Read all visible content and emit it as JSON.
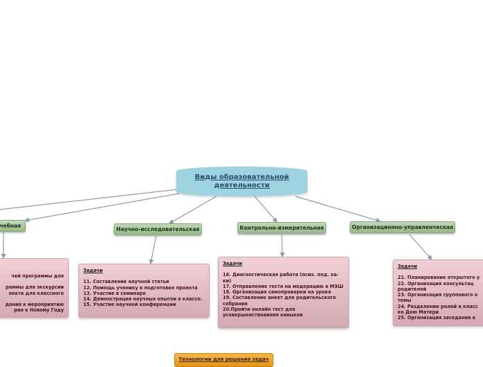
{
  "central": {
    "title": "Виды образовательной деятельности"
  },
  "branches": [
    {
      "label": "Учебная"
    },
    {
      "label": "Научно-исследовательская"
    },
    {
      "label": "Контрольно-измерительная"
    },
    {
      "label": "Организационно-управленческая"
    }
  ],
  "leaves": [
    {
      "lines": [
        "чей программы для",
        "",
        "раммы для экскурсии",
        "оекта для классного",
        "",
        "дения к мероприятию",
        "рия к Новому Году"
      ]
    },
    {
      "title": "Задачи",
      "lines": [
        "11. Составление научной статьи",
        "12. Помощь ученику в подготовке проекта",
        "13. Участие в семинаре",
        "14. Демонстрация научных опытов в классе.",
        "15. Участие научной конференции"
      ]
    },
    {
      "title": "Задачи",
      "lines": [
        "16. Диагностическая работа (псих. пед. ха-ки)",
        "17. Отправление теста на модерацию в МЭШ",
        "18. Организация самопроверки на уроке",
        "19. Составление анкет для родительского собрания",
        "20.Пройти онлайн тест для усовершенствования навыков"
      ]
    },
    {
      "title": "Задачи",
      "lines": [
        "21. Планирование открытого у",
        "22. Организация консультац",
        "родителей",
        "23. Организация группового о",
        "темы",
        "24. Разделение ролей в класс",
        "ко Дню Матери",
        "25. Организация заседания к"
      ]
    }
  ],
  "bottom": {
    "label": "Технологии для решения задач"
  },
  "colors": {
    "central": "#9dd3df",
    "branch": "#a8c79c",
    "leaf": "#e2bcc3",
    "orange": "#f0a830",
    "connector": "#8d9aa3"
  }
}
